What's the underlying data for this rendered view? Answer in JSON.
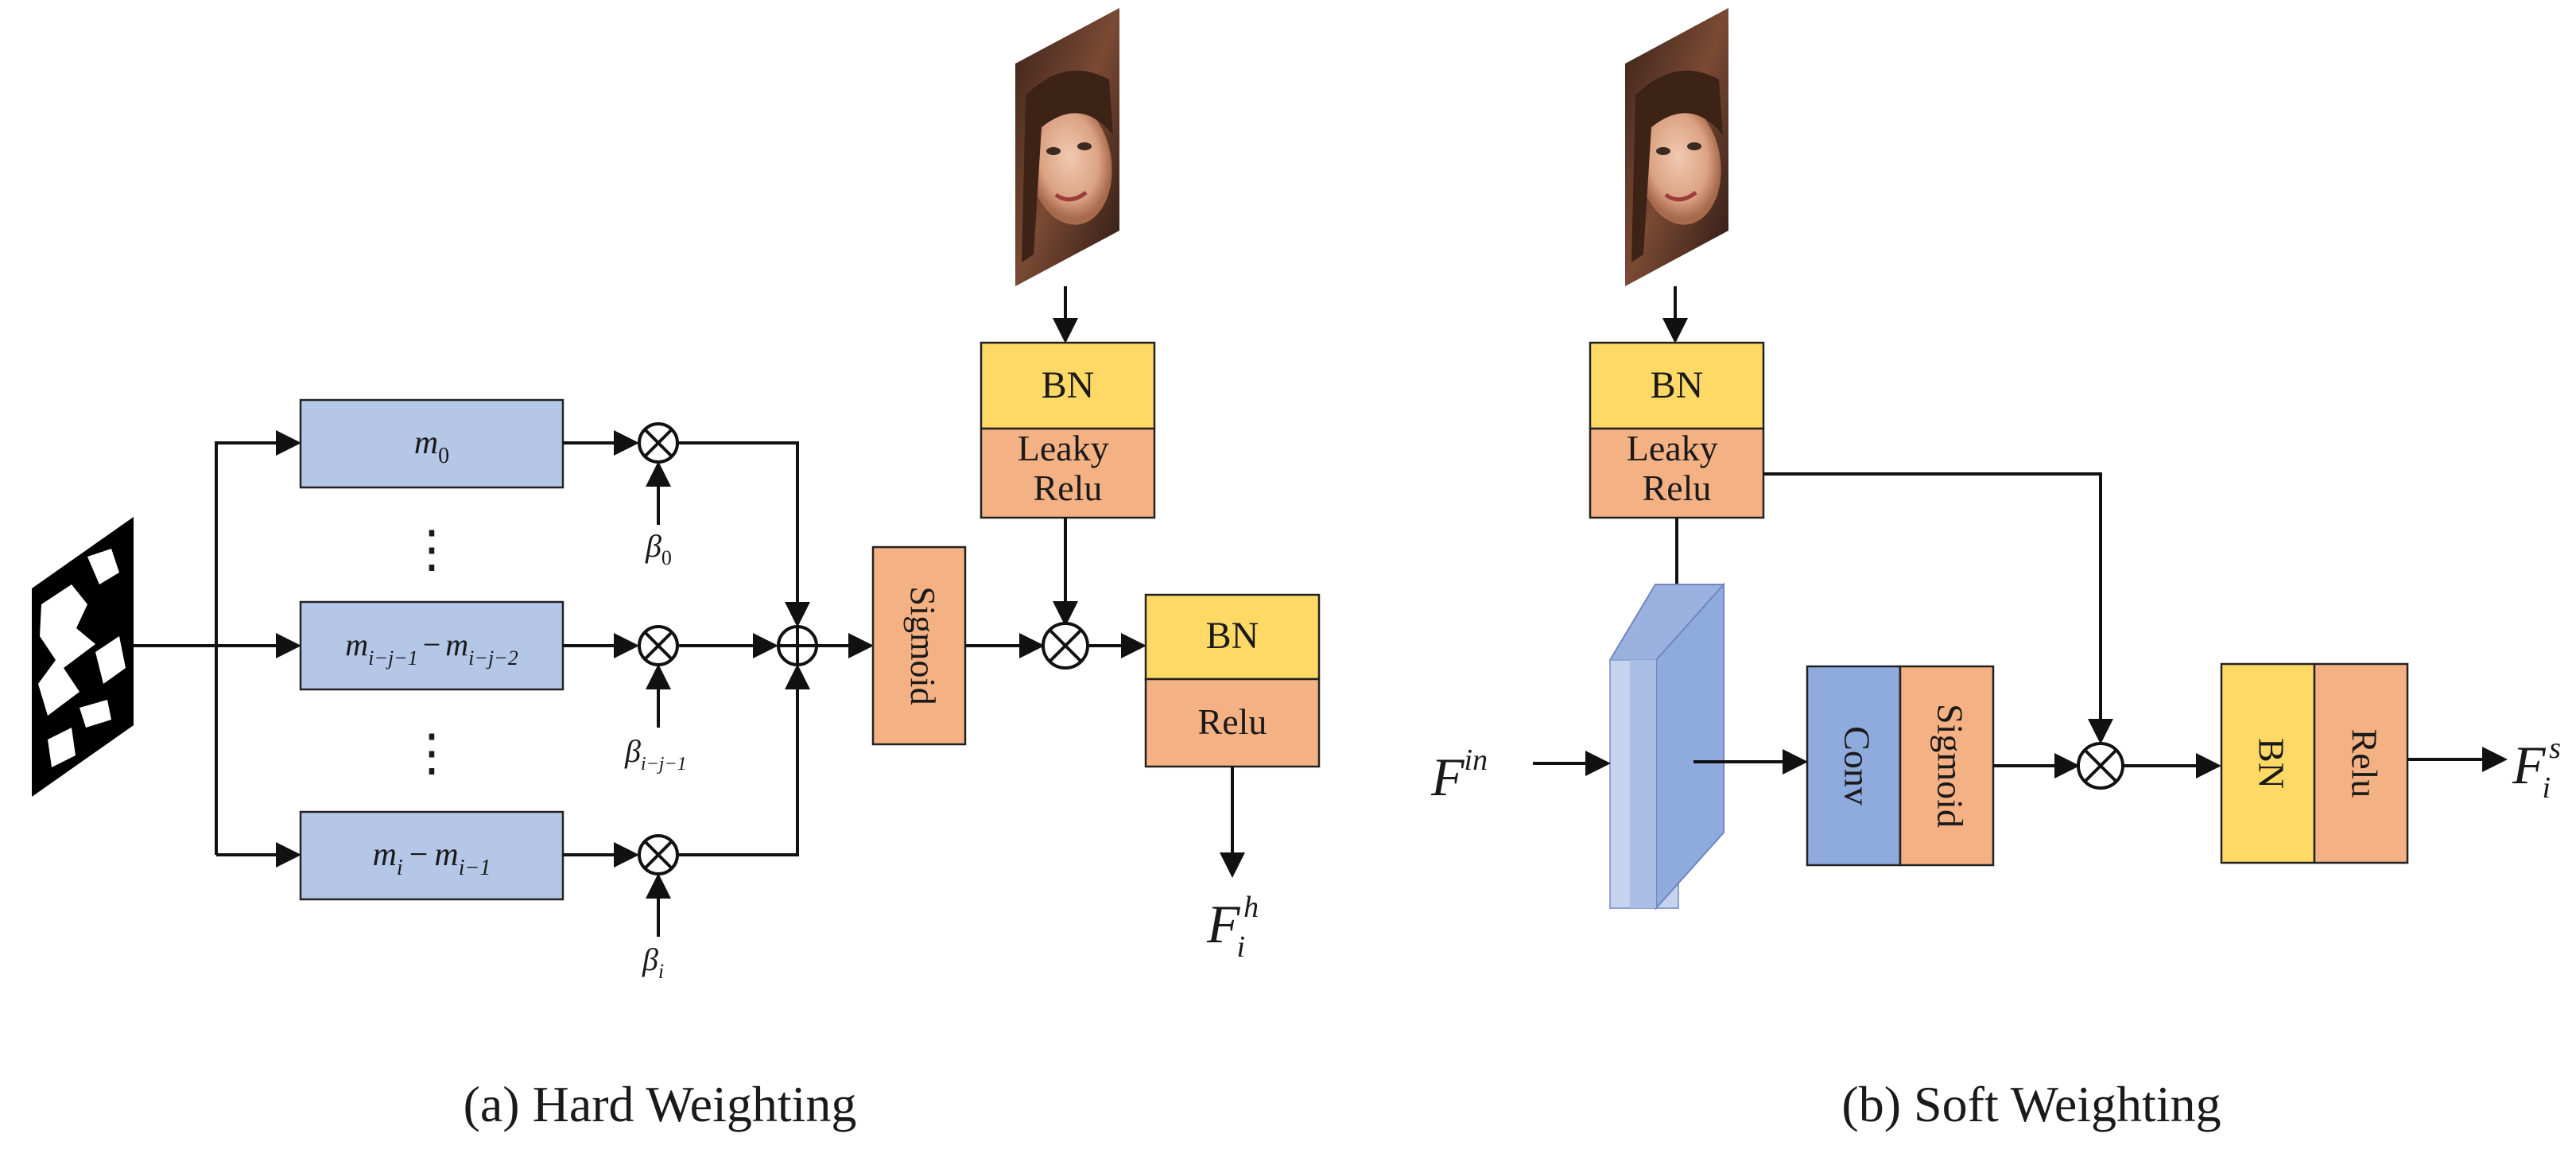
{
  "panel_a": {
    "caption": "(a) Hard Weighting",
    "branches": {
      "top": "m",
      "top_sub": "0",
      "mid_a": "m",
      "mid_a_sub": "i−j−1",
      "mid_minus": "−",
      "mid_b": "m",
      "mid_b_sub": "i−j−2",
      "bot_a": "m",
      "bot_a_sub": "i",
      "bot_minus": "−",
      "bot_b": "m",
      "bot_b_sub": "i−1"
    },
    "betas": {
      "b0": "β",
      "b0_sub": "0",
      "bmid": "β",
      "bmid_sub": "i−j−1",
      "bi": "β",
      "bi_sub": "i"
    },
    "dots": "⋮",
    "sigmoid": "Sigmoid",
    "top_bn": "BN",
    "top_act_line1": "Leaky",
    "top_act_line2": "Relu",
    "out_bn": "BN",
    "out_act": "Relu",
    "output": "F",
    "output_sub": "i",
    "output_sup": "h"
  },
  "panel_b": {
    "caption": "(b) Soft Weighting",
    "top_bn": "BN",
    "top_act_line1": "Leaky",
    "top_act_line2": "Relu",
    "input": "F",
    "input_sup": "in",
    "conv": "Conv",
    "sigmoid": "Sigmoid",
    "out_bn": "BN",
    "out_act": "Relu",
    "output": "F",
    "output_sub": "i",
    "output_sup": "s"
  },
  "operators": {
    "multiply": "⊗",
    "add": "⊕"
  },
  "colors": {
    "branch_box": "#b4c7e7",
    "bn": "#ffd966",
    "activation": "#f4b183",
    "conv": "#8faadc"
  }
}
